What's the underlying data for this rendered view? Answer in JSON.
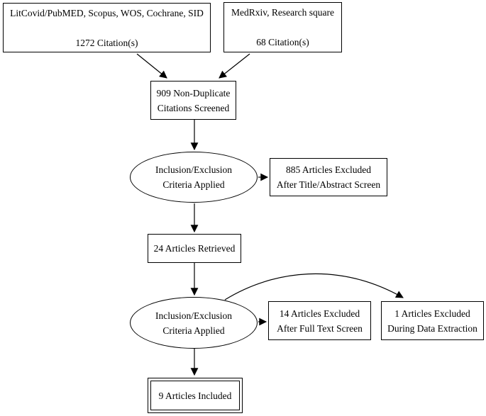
{
  "diagram": {
    "type": "flowchart",
    "background": "#ffffff",
    "line_color": "#000000",
    "text_color": "#000000",
    "nodes": {
      "sources_primary": {
        "line1": "LitCovid/PubMED, Scopus, WOS, Cochrane, SID",
        "line2": "1272 Citation(s)"
      },
      "sources_preprint": {
        "line1": "MedRxiv, Research square",
        "line2": "68 Citation(s)"
      },
      "screened": {
        "line1": "909 Non-Duplicate",
        "line2": "Citations Screened"
      },
      "criteria_1": {
        "line1": "Inclusion/Exclusion",
        "line2": "Criteria Applied"
      },
      "excluded_title_abstract": {
        "line1": "885 Articles Excluded",
        "line2": "After Title/Abstract Screen"
      },
      "retrieved": {
        "line1": "24 Articles Retrieved"
      },
      "criteria_2": {
        "line1": "Inclusion/Exclusion",
        "line2": "Criteria Applied"
      },
      "excluded_full_text": {
        "line1": "14 Articles Excluded",
        "line2": "After Full Text Screen"
      },
      "excluded_data_extraction": {
        "line1": "1 Articles Excluded",
        "line2": "During Data Extraction"
      },
      "included": {
        "line1": "9 Articles Included"
      }
    }
  }
}
